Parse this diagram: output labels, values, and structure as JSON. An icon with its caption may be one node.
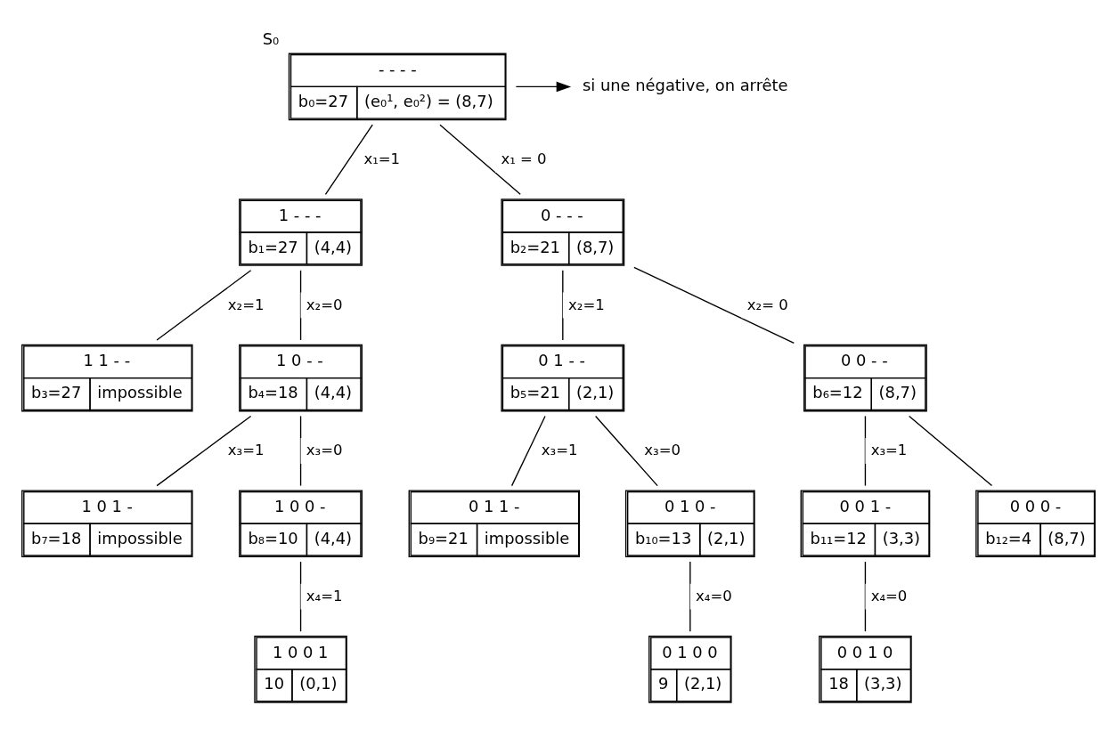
{
  "diagram": {
    "nodes": [
      {
        "text": [
          "- - - -",
          "b₀=27",
          "(e₀¹, e₀²) = (8,7)"
        ],
        "beside": [
          "S₀"
        ]
      },
      {
        "text": [
          "si une négative, on arrête"
        ]
      },
      {
        "text": [
          "1 - - -",
          "b₁=27",
          "(4,4)"
        ]
      },
      {
        "text": [
          "0 - - -",
          "b₂=21",
          "(8,7)"
        ]
      },
      {
        "text": [
          "1 1 - -",
          "b₃=27",
          "impossible"
        ]
      },
      {
        "text": [
          "1 0 - -",
          "b₄=18",
          "(4,4)"
        ]
      },
      {
        "text": [
          "0 1 - -",
          "b₅=21",
          "(2,1)"
        ]
      },
      {
        "text": [
          "0 0 - -",
          "b₆=12",
          "(8,7)"
        ]
      },
      {
        "text": [
          "1 0 1 -",
          "b₇=18",
          "impossible"
        ]
      },
      {
        "text": [
          "1 0 0 -",
          "b₈=10",
          "(4,4)"
        ]
      },
      {
        "text": [
          "0 1 1 -",
          "b₉=21",
          "impossible"
        ]
      },
      {
        "text": [
          "0 1 0 -",
          "b₁₀=13",
          "(2,1)"
        ]
      },
      {
        "text": [
          "0 0 1 -",
          "b₁₁=12",
          "(3,3)"
        ]
      },
      {
        "text": [
          "0 0 0 -",
          "b₁₂=4",
          "(8,7)"
        ]
      },
      {
        "text": [
          "1 0 0 1",
          "10",
          "(0,1)"
        ]
      },
      {
        "text": [
          "0 1 0 0",
          "9",
          "(2,1)"
        ]
      },
      {
        "text": [
          "0 0 1 0",
          "18",
          "(3,3)"
        ]
      }
    ],
    "edges": [
      {
        "from": 0,
        "to": 1,
        "arrow": "to"
      },
      {
        "from": 0,
        "to": 2,
        "arrow": "none",
        "label": "x₁=1"
      },
      {
        "from": 0,
        "to": 3,
        "arrow": "none",
        "label": "x₁ = 0"
      },
      {
        "from": 2,
        "to": 4,
        "arrow": "none",
        "label": "x₂=1"
      },
      {
        "from": 2,
        "to": 5,
        "arrow": "none",
        "label": "x₂=0"
      },
      {
        "from": 3,
        "to": 6,
        "arrow": "none",
        "label": "x₂=1"
      },
      {
        "from": 3,
        "to": 7,
        "arrow": "none",
        "label": "x₂= 0"
      },
      {
        "from": 5,
        "to": 8,
        "arrow": "none",
        "label": "x₃=1"
      },
      {
        "from": 5,
        "to": 9,
        "arrow": "none",
        "label": "x₃=0"
      },
      {
        "from": 6,
        "to": 10,
        "arrow": "none",
        "label": "x₃=1"
      },
      {
        "from": 6,
        "to": 11,
        "arrow": "none",
        "label": "x₃=0"
      },
      {
        "from": 7,
        "to": 12,
        "arrow": "none",
        "label": "x₃=1"
      },
      {
        "from": 7,
        "to": 13,
        "arrow": "none"
      },
      {
        "from": 9,
        "to": 14,
        "arrow": "none",
        "label": "x₄=1"
      },
      {
        "from": 11,
        "to": 15,
        "arrow": "none",
        "label": "x₄=0"
      },
      {
        "from": 12,
        "to": 16,
        "arrow": "none",
        "label": "x₄=0"
      }
    ]
  }
}
